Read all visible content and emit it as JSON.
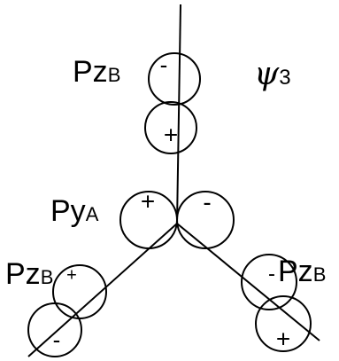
{
  "labels": {
    "top_left": {
      "main": "Pz",
      "sub": "B"
    },
    "top_right": {
      "greek": "ψ",
      "num": "3"
    },
    "middle_left": {
      "main": "Py",
      "sub": "A"
    },
    "bottom_left": {
      "main": "Pz",
      "sub": "B"
    },
    "bottom_right": {
      "main": "Pz",
      "sub": "B"
    }
  },
  "signs": {
    "top_upper": "-",
    "top_lower": "+",
    "mid_left": "+",
    "mid_right": "-",
    "bl_upper": "+",
    "bl_lower": "-",
    "br_upper": "-",
    "br_lower": "+"
  },
  "colors": {
    "ink": "#000000",
    "background": "#ffffff"
  }
}
